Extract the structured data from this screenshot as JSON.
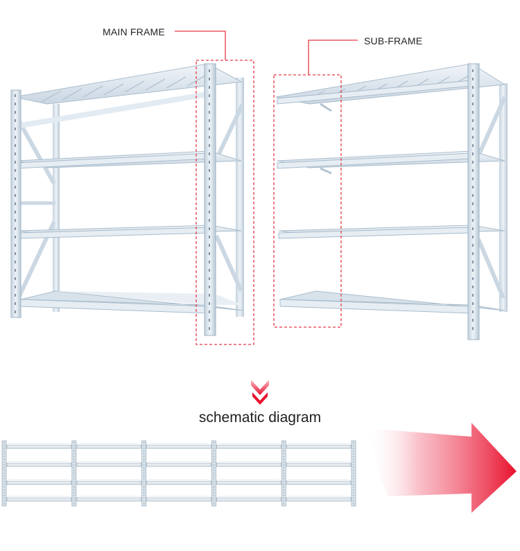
{
  "labels": {
    "main_frame": "MAIN FRAME",
    "sub_frame": "SUB-FRAME",
    "caption": "schematic diagram"
  },
  "colors": {
    "rack_steel": "#dde7ef",
    "rack_edge": "#9fb3c4",
    "callout_red": "#e53945",
    "arrow_red": "#e8112d"
  },
  "schematic": {
    "bays": 5,
    "levels": 4
  }
}
